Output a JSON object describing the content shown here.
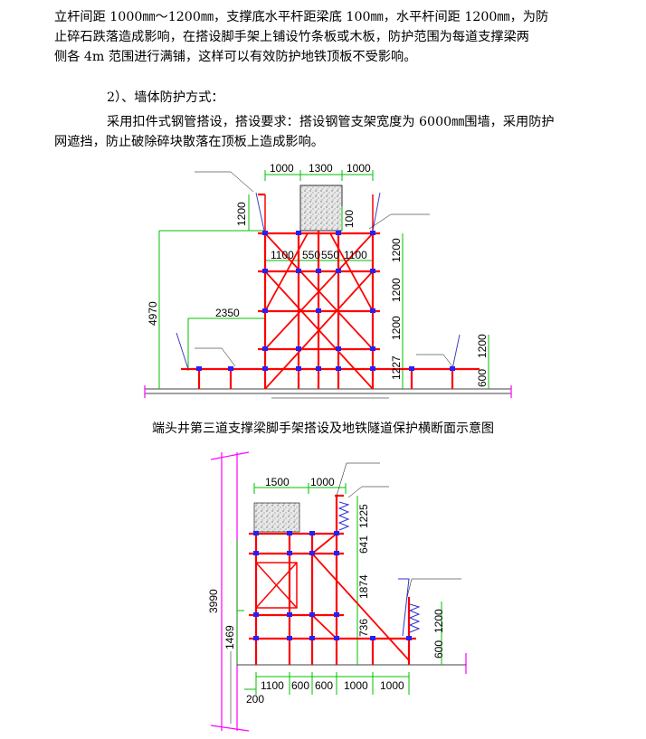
{
  "text": {
    "para1": [
      "立杆间距 1000㎜～1200㎜，支撑底水平杆距梁底 100㎜，水平杆间距 1200㎜，为防",
      "止碎石跌落造成影响，在搭设脚手架上铺设竹条板或木板，防护范围为每道支撑梁两",
      "侧各 4m 范围进行满铺，这样可以有效防护地铁顶板不受影响。"
    ],
    "para2": "2）、墙体防护方式：",
    "para3": [
      "采用扣件式钢管搭设，搭设要求：搭设钢管支架宽度为 6000㎜围墙，采用防护",
      "网遮挡，防止破除碎块散落在顶板上造成影响。"
    ],
    "caption": "端头井第三道支撑梁脚手架搭设及地铁隧道保护横断面示意图"
  },
  "diagram1": {
    "top_spans": [
      "1000",
      "1300",
      "1000"
    ],
    "mid_spans": [
      "1100",
      "550",
      "550",
      "1100"
    ],
    "left_post": "1200",
    "beam_gap": "100",
    "right_levels": [
      "1200",
      "1200",
      "1200",
      "1227"
    ],
    "total_height": "4970",
    "side_span": "2350",
    "right_side": [
      "1200",
      "600"
    ]
  },
  "diagram2": {
    "top_spans": [
      "1500",
      "1000"
    ],
    "right_levels": [
      "1225",
      "641",
      "1874",
      "736"
    ],
    "total_height": "3990",
    "lower_height": "1469",
    "bottom_spans": [
      "1100",
      "600",
      "600",
      "1000",
      "1000"
    ],
    "bottom_offset": "200",
    "right_side": [
      "1200",
      "600"
    ]
  },
  "colors": {
    "scaffold": "#ff0000",
    "dimension": "#00c000",
    "node": "#2222ff",
    "edge": "#ff00ff"
  }
}
